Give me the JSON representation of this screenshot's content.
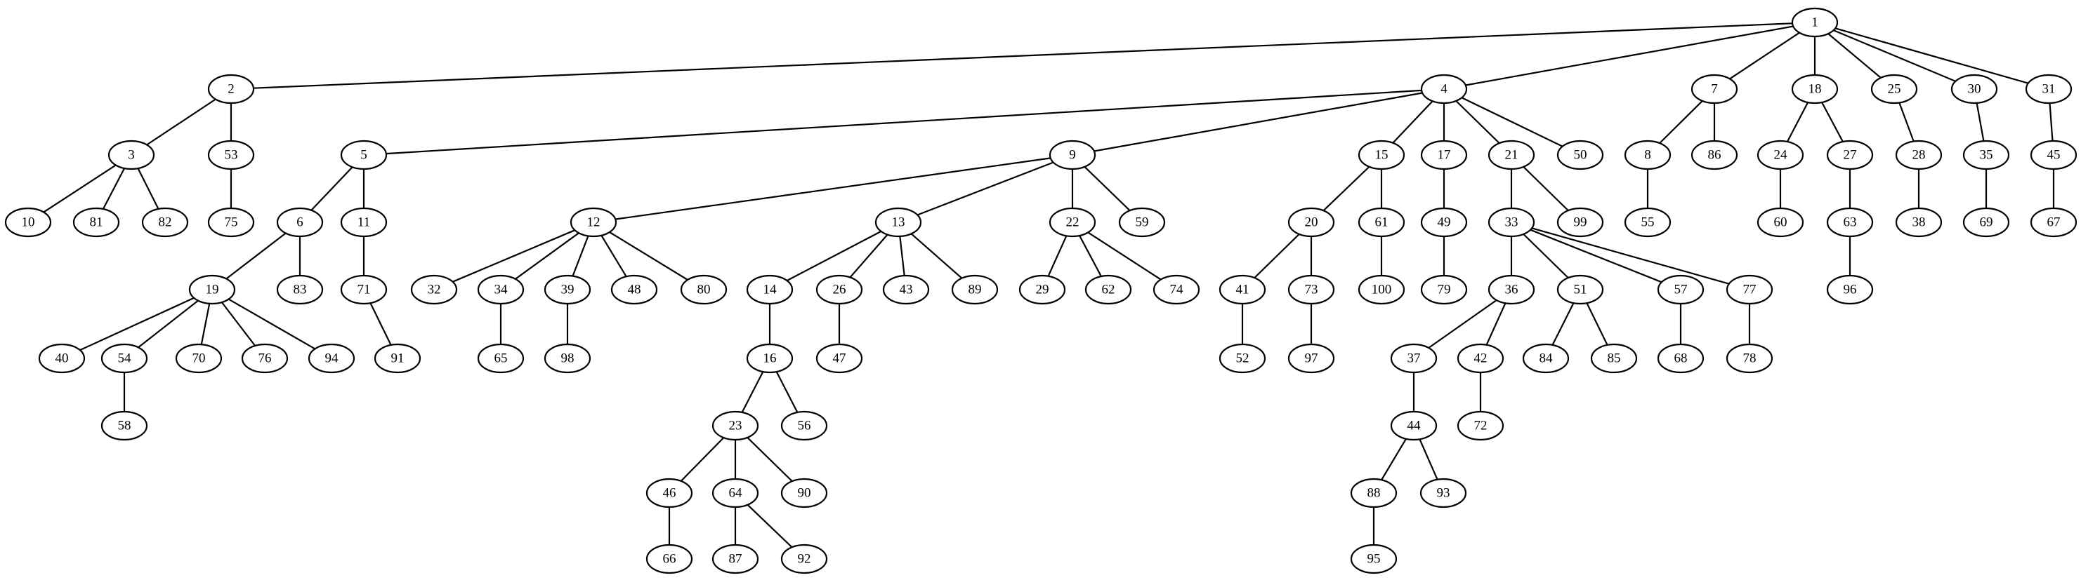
{
  "colors": {
    "background": "#ffffff",
    "stroke": "#000000",
    "text": "#000000"
  },
  "nodes": [
    "1",
    "2",
    "3",
    "4",
    "5",
    "6",
    "7",
    "8",
    "9",
    "10",
    "11",
    "12",
    "13",
    "14",
    "15",
    "16",
    "17",
    "18",
    "19",
    "20",
    "21",
    "22",
    "23",
    "24",
    "25",
    "26",
    "27",
    "28",
    "29",
    "30",
    "31",
    "32",
    "33",
    "34",
    "35",
    "36",
    "37",
    "38",
    "39",
    "40",
    "41",
    "42",
    "43",
    "44",
    "45",
    "46",
    "47",
    "48",
    "49",
    "50",
    "51",
    "52",
    "53",
    "54",
    "55",
    "56",
    "57",
    "58",
    "59",
    "60",
    "61",
    "62",
    "63",
    "64",
    "65",
    "66",
    "67",
    "68",
    "69",
    "70",
    "71",
    "72",
    "73",
    "74",
    "75",
    "76",
    "77",
    "78",
    "79",
    "80",
    "81",
    "82",
    "83",
    "84",
    "85",
    "86",
    "87",
    "88",
    "89",
    "90",
    "91",
    "92",
    "93",
    "94",
    "95",
    "96",
    "97",
    "98",
    "99",
    "100"
  ],
  "edges": [
    [
      "1",
      "2"
    ],
    [
      "1",
      "4"
    ],
    [
      "1",
      "7"
    ],
    [
      "1",
      "18"
    ],
    [
      "1",
      "25"
    ],
    [
      "1",
      "30"
    ],
    [
      "1",
      "31"
    ],
    [
      "2",
      "3"
    ],
    [
      "2",
      "53"
    ],
    [
      "3",
      "10"
    ],
    [
      "3",
      "81"
    ],
    [
      "3",
      "82"
    ],
    [
      "53",
      "75"
    ],
    [
      "4",
      "5"
    ],
    [
      "4",
      "9"
    ],
    [
      "4",
      "15"
    ],
    [
      "4",
      "17"
    ],
    [
      "4",
      "21"
    ],
    [
      "4",
      "50"
    ],
    [
      "5",
      "6"
    ],
    [
      "5",
      "11"
    ],
    [
      "6",
      "19"
    ],
    [
      "6",
      "83"
    ],
    [
      "19",
      "40"
    ],
    [
      "19",
      "54"
    ],
    [
      "19",
      "70"
    ],
    [
      "19",
      "76"
    ],
    [
      "19",
      "94"
    ],
    [
      "54",
      "58"
    ],
    [
      "11",
      "71"
    ],
    [
      "71",
      "91"
    ],
    [
      "9",
      "12"
    ],
    [
      "9",
      "13"
    ],
    [
      "9",
      "22"
    ],
    [
      "9",
      "59"
    ],
    [
      "12",
      "32"
    ],
    [
      "12",
      "34"
    ],
    [
      "12",
      "39"
    ],
    [
      "12",
      "48"
    ],
    [
      "12",
      "80"
    ],
    [
      "34",
      "65"
    ],
    [
      "39",
      "98"
    ],
    [
      "13",
      "14"
    ],
    [
      "13",
      "26"
    ],
    [
      "13",
      "43"
    ],
    [
      "13",
      "89"
    ],
    [
      "14",
      "16"
    ],
    [
      "16",
      "23"
    ],
    [
      "16",
      "56"
    ],
    [
      "23",
      "46"
    ],
    [
      "23",
      "64"
    ],
    [
      "23",
      "90"
    ],
    [
      "46",
      "66"
    ],
    [
      "64",
      "87"
    ],
    [
      "64",
      "92"
    ],
    [
      "26",
      "47"
    ],
    [
      "22",
      "29"
    ],
    [
      "22",
      "62"
    ],
    [
      "22",
      "74"
    ],
    [
      "15",
      "20"
    ],
    [
      "15",
      "61"
    ],
    [
      "20",
      "41"
    ],
    [
      "20",
      "73"
    ],
    [
      "41",
      "52"
    ],
    [
      "73",
      "97"
    ],
    [
      "61",
      "100"
    ],
    [
      "17",
      "49"
    ],
    [
      "49",
      "79"
    ],
    [
      "21",
      "33"
    ],
    [
      "21",
      "99"
    ],
    [
      "33",
      "36"
    ],
    [
      "33",
      "51"
    ],
    [
      "33",
      "57"
    ],
    [
      "33",
      "77"
    ],
    [
      "36",
      "37"
    ],
    [
      "36",
      "42"
    ],
    [
      "37",
      "44"
    ],
    [
      "44",
      "88"
    ],
    [
      "44",
      "93"
    ],
    [
      "88",
      "95"
    ],
    [
      "42",
      "72"
    ],
    [
      "51",
      "84"
    ],
    [
      "51",
      "85"
    ],
    [
      "57",
      "68"
    ],
    [
      "77",
      "78"
    ],
    [
      "7",
      "8"
    ],
    [
      "7",
      "86"
    ],
    [
      "8",
      "55"
    ],
    [
      "18",
      "24"
    ],
    [
      "18",
      "27"
    ],
    [
      "24",
      "60"
    ],
    [
      "27",
      "63"
    ],
    [
      "63",
      "96"
    ],
    [
      "25",
      "28"
    ],
    [
      "28",
      "38"
    ],
    [
      "30",
      "35"
    ],
    [
      "35",
      "69"
    ],
    [
      "31",
      "45"
    ],
    [
      "45",
      "67"
    ]
  ]
}
